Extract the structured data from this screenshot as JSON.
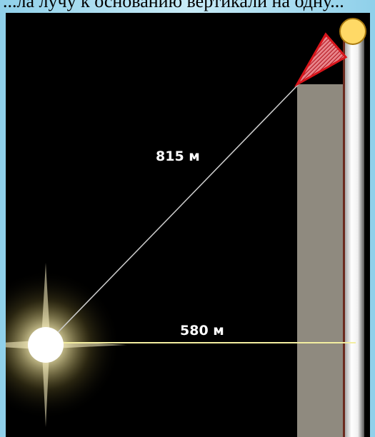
{
  "caption": "...ла лучу к основанию вертикали на одну...",
  "labels": {
    "hypotenuse": "815 м",
    "horizontal": "580 м"
  },
  "colors": {
    "background": "#000000",
    "ray_line": "#cfcfcf",
    "horizontal_line": "#f3eea0",
    "column_fill": "#8f8a7f",
    "flag": "#d8151b",
    "light_source": "#ffffff",
    "top_ball": "#ffd966"
  }
}
